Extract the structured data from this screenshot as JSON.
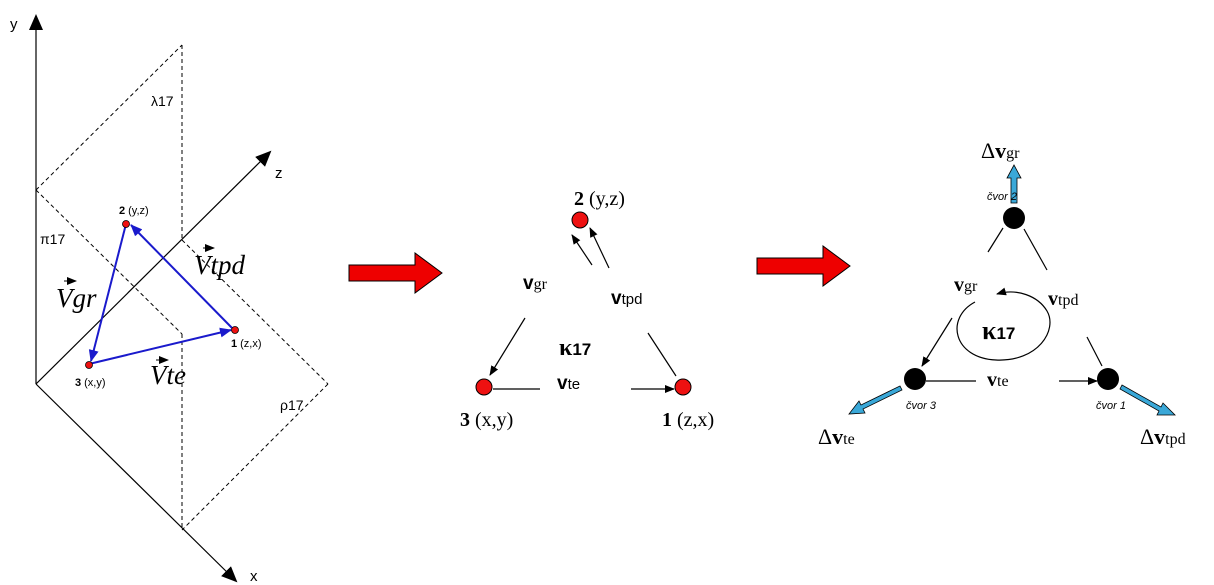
{
  "panel1": {
    "axis_y": "y",
    "axis_z": "z",
    "axis_x": "x",
    "plane_lambda": "λ17",
    "plane_pi": "π17",
    "plane_rho": "ρ17",
    "node2_num": "2",
    "node2_coords": "(y,z)",
    "node1_num": "1",
    "node1_coords": "(z,x)",
    "node3_num": "3",
    "node3_coords": "(x,y)",
    "vec_gr": "Vgr",
    "vec_tpd": "Vtpd",
    "vec_te": "Vte"
  },
  "panel2": {
    "node2_num": "2",
    "node2_coords": "(y,z)",
    "node3_num": "3",
    "node3_coords": "(x,y)",
    "node1_num": "1",
    "node1_coords": "(z,x)",
    "v_gr_main": "v",
    "v_gr_sub": "gr",
    "v_tpd_main": "v",
    "v_tpd_sub": "tpd",
    "v_te_main": "v",
    "v_te_sub": "te",
    "kappa_main": "κ",
    "kappa_sub": "17"
  },
  "panel3": {
    "delta_gr_delta": "Δ",
    "delta_gr_main": "v",
    "delta_gr_sub": "gr",
    "delta_te_delta": "Δ",
    "delta_te_main": "v",
    "delta_te_sub": "te",
    "delta_tpd_delta": "Δ",
    "delta_tpd_main": "v",
    "delta_tpd_sub": "tpd",
    "cvor2": "čvor 2",
    "cvor3": "čvor 3",
    "cvor1": "čvor 1",
    "v_gr_main": "v",
    "v_gr_sub": "gr",
    "v_tpd_main": "v",
    "v_tpd_sub": "tpd",
    "v_te_main": "v",
    "v_te_sub": "te",
    "kappa_main": "κ",
    "kappa_sub": "17"
  },
  "colors": {
    "node_red": "#ee1111",
    "node_black": "#000000",
    "vector_blue": "#1a1acc",
    "flow_cyan": "#3aa8d8",
    "big_arrow": "#ee0000"
  }
}
